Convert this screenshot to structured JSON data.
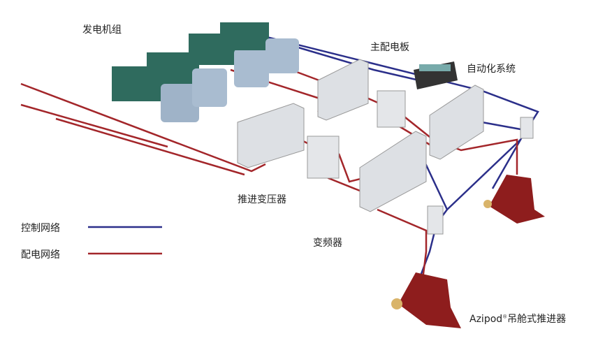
{
  "labels": {
    "generators": "发电机组",
    "main_switchboard": "主配电板",
    "automation": "自动化系统",
    "transformer": "推进变压器",
    "vfd": "变频器",
    "azipod_brand": "Azipod",
    "azipod_mark": "®",
    "azipod_rest": "吊舱式推进器"
  },
  "legend": [
    {
      "label": "控制网络",
      "color": "#2b2f8a"
    },
    {
      "label": "配电网络",
      "color": "#a3262a"
    }
  ]
}
